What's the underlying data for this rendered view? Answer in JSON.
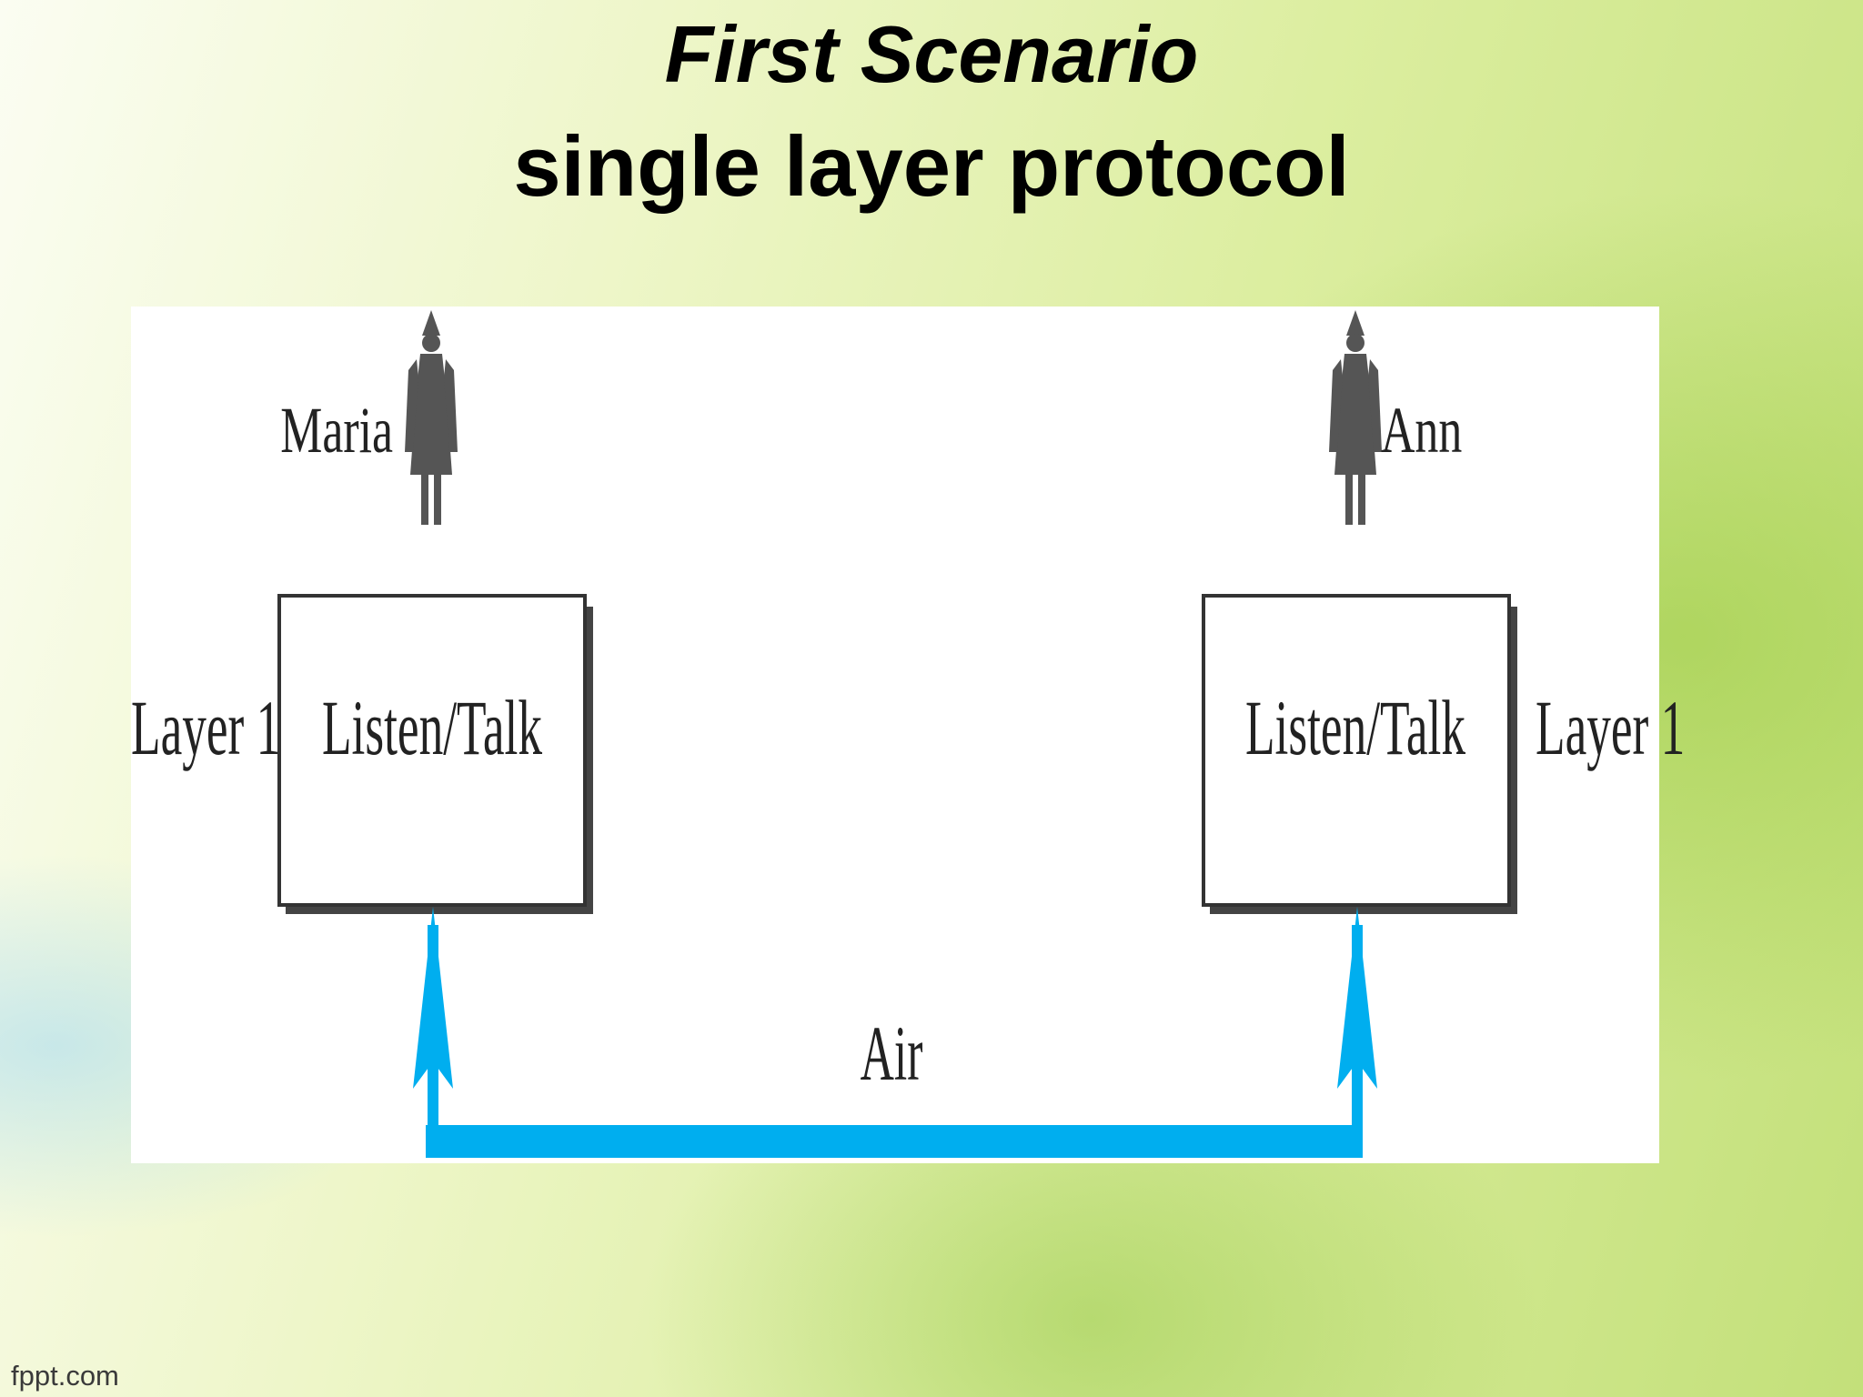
{
  "slide": {
    "title_line1": "First Scenario",
    "title_line2": "single layer protocol",
    "footer": "fppt.com"
  },
  "diagram": {
    "left_person": "Maria",
    "right_person": "Ann",
    "left_layer": "Layer 1",
    "right_layer": "Layer 1",
    "left_box": "Listen/Talk",
    "right_box": "Listen/Talk",
    "medium": "Air"
  },
  "colors": {
    "medium_line": "#00aeef",
    "box_shadow": "#444444",
    "person_icon": "#555555"
  }
}
